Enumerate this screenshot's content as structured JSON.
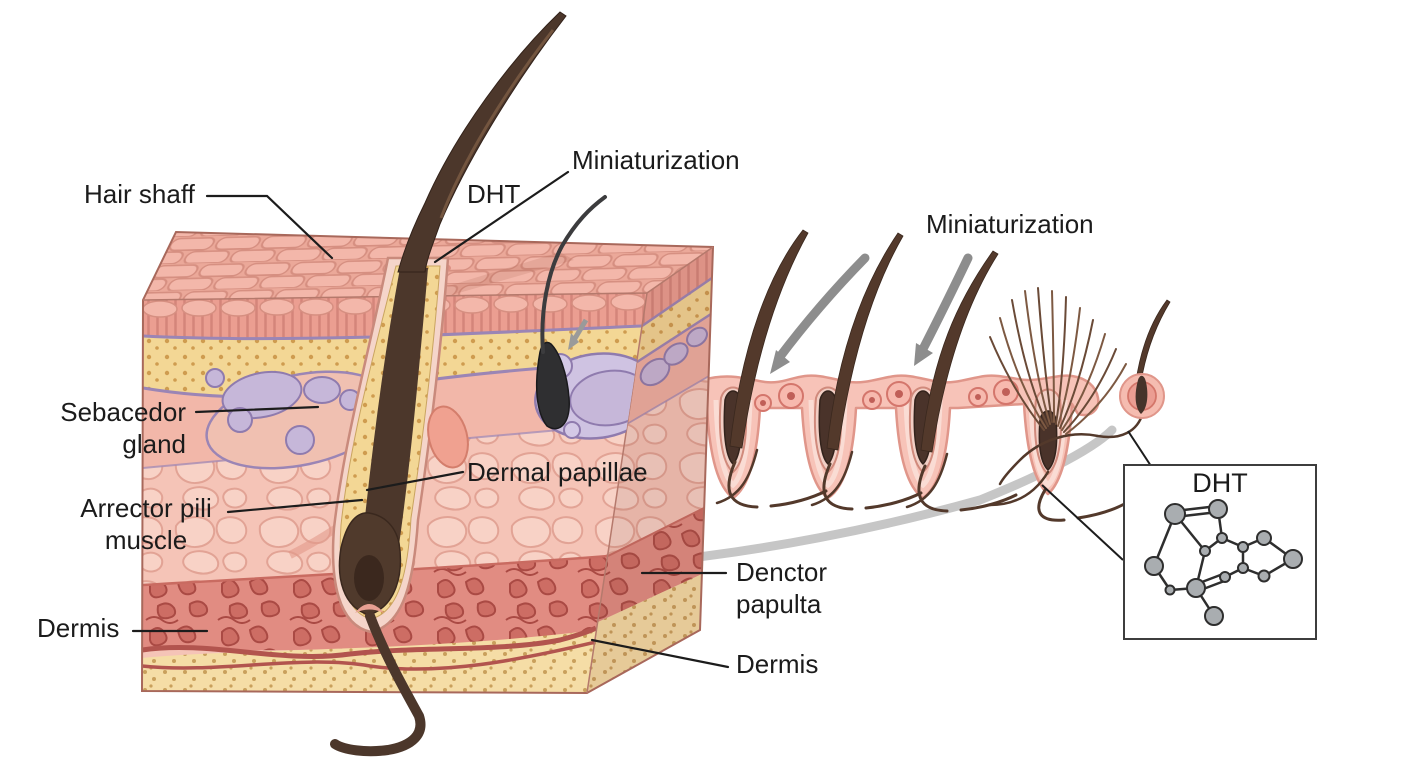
{
  "figure": {
    "type": "medical-illustration-hair-follicle-dht",
    "background": "#ffffff",
    "labels": {
      "hair_shaft": "Hair shaff",
      "dht_top": "DHT",
      "miniaturization_top": "Miniaturization",
      "miniaturization_right": "Miniaturization",
      "sebaceous_gland": [
        "Sebacedor",
        "gland"
      ],
      "arrector_pili": [
        "Arrector pili",
        "muscle"
      ],
      "dermis_left": "Dermis",
      "dermal_papillae": "Dermal papillae",
      "dector_papula": [
        "Denctor",
        "papulta"
      ],
      "dermis_right": "Dermis"
    },
    "molecule_box": {
      "title": "DHT"
    },
    "colors": {
      "label_text": "#1b1b1b",
      "leader_line": "#1c1c1c",
      "skin_surface": "#f3b7aa",
      "epidermis": "#eb9e91",
      "fat_layer": "#f3d795",
      "sebaceous_gland": "#c6b7d9",
      "dermis_pale": "#f5c4b7",
      "dermis_deep": "#e18c82",
      "subcutis": "#f5dda6",
      "hair_brown": "#4c372b",
      "hair_strip": "#53392b",
      "miniaturized_hair": "#3c3c3e",
      "arrow_gray": "#8d8d8d",
      "swoosh_gray": "#c6c6c6",
      "atom_gray": "#a9adb0",
      "bond_dark": "#2e2e2e"
    }
  }
}
